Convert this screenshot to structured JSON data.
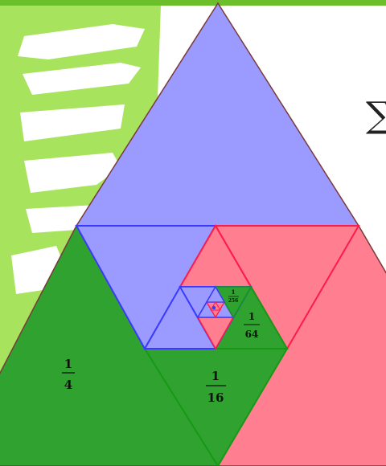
{
  "colors": {
    "green": "#2fa22f",
    "blue": "#9a9aff",
    "pink": "#ff7f91",
    "brush_green": "#a8e35e",
    "top_bar": "#6bbf2a",
    "outline": "#7a3a3a"
  },
  "fractions": [
    {
      "num": "1",
      "den": "4"
    },
    {
      "num": "1",
      "den": "16"
    },
    {
      "num": "1",
      "den": "64"
    },
    {
      "num": "1",
      "den": "256"
    }
  ],
  "sum_symbol": "∑"
}
